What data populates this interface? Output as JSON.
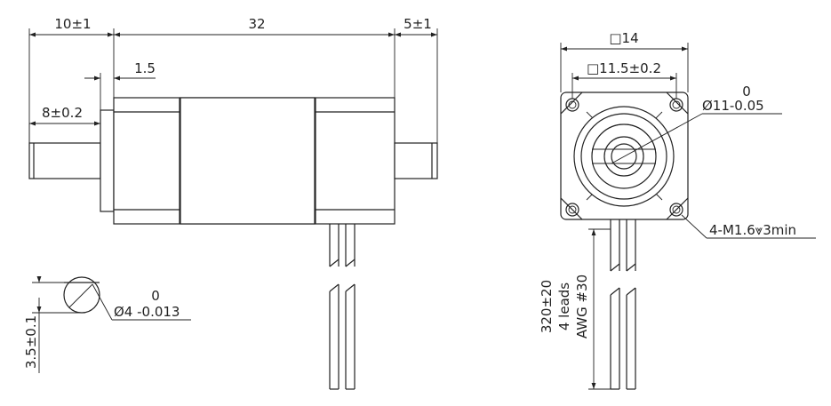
{
  "dims": {
    "front_shaft": "10±1",
    "body": "32",
    "rear_shaft": "5±1",
    "flange": "1.5",
    "shaft_flat": "8±0.2",
    "flat_height": "3.5±0.1",
    "shaft_tol_upper": "0",
    "shaft_dia": "Ø4 -0.013",
    "square": "□14",
    "hole_pitch": "□11.5±0.2",
    "pilot_tol_upper": "0",
    "pilot_dia": "Ø11-0.05",
    "screws": "4-M1.6⩔3min",
    "lead_length": "320±20",
    "lead_count": "4 leads",
    "lead_gauge": "AWG #30"
  }
}
